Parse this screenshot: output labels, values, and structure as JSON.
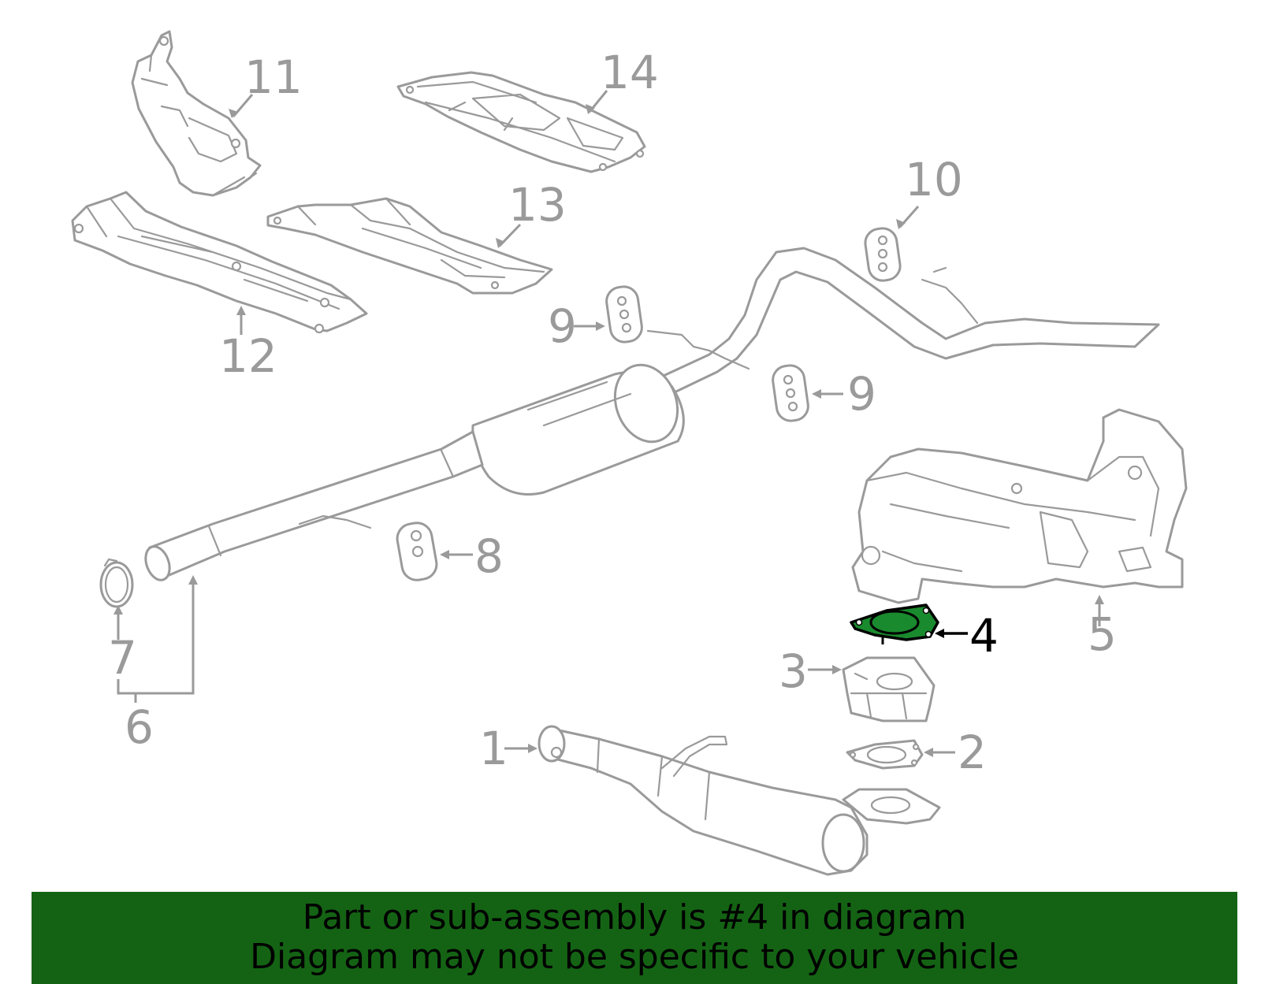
{
  "diagram": {
    "highlight_color": "#146314",
    "highlighted_part": "4",
    "callouts": {
      "p1": "1",
      "p2": "2",
      "p3": "3",
      "p4": "4",
      "p5": "5",
      "p6": "6",
      "p7": "7",
      "p8": "8",
      "p9a": "9",
      "p9b": "9",
      "p10": "10",
      "p11": "11",
      "p12": "12",
      "p13": "13",
      "p14": "14"
    }
  },
  "banner": {
    "line1": "Part or sub-assembly is #4 in diagram",
    "line2": "Diagram may not be specific to your vehicle",
    "background": "#146314"
  }
}
